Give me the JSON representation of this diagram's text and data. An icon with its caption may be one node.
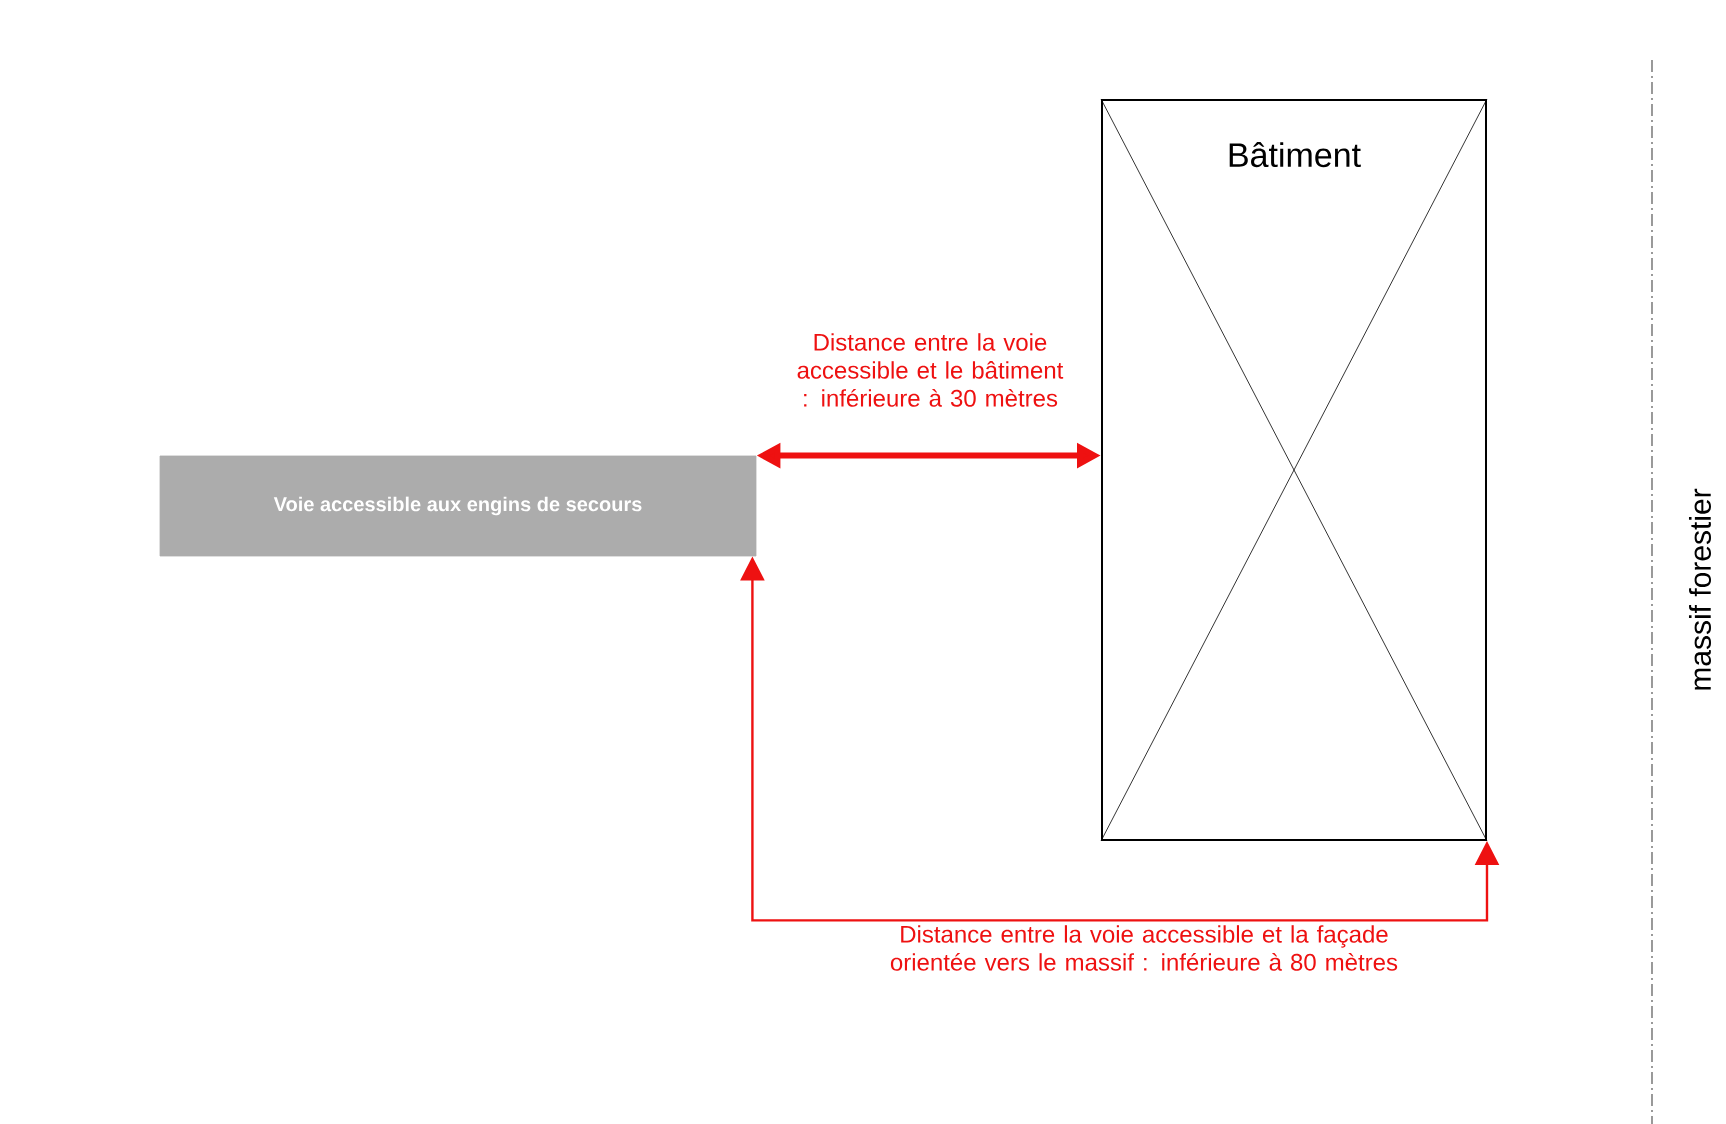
{
  "diagram": {
    "nodes": [
      {
        "text": [
          "Voie accessible aux engins de secours"
        ]
      },
      {
        "text": [
          "Bâtiment"
        ]
      }
    ],
    "edges": [
      {
        "from": 0,
        "to": 1,
        "arrow": "both",
        "style": "thick",
        "label": "Distance entre la voie accessible et le bâtiment : inférieure à 30 mètres"
      },
      {
        "from": 0,
        "to": 1,
        "arrow": "both",
        "label": "Distance entre la voie accessible et la façade orientée vers le massif : inférieure à 80 mètres"
      }
    ],
    "labels": [
      "massif forestier"
    ]
  }
}
